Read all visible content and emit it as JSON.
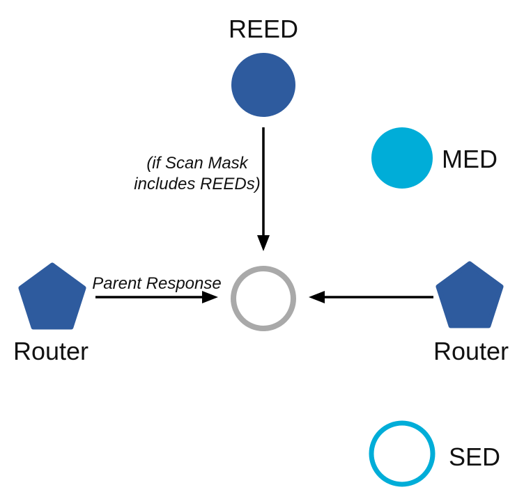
{
  "diagram": {
    "labels": {
      "reed": "REED",
      "med": "MED",
      "sed": "SED",
      "router_left": "Router",
      "router_right": "Router"
    },
    "annotations": {
      "scan_mask_line1": "(if Scan Mask",
      "scan_mask_line2": "includes REEDs)",
      "parent_response": "Parent Response"
    }
  },
  "colors": {
    "node_blue": "#2E5B9E",
    "node_cyan": "#00ADD8",
    "outline_gray": "#A9A9A9",
    "arrow_black": "#000000",
    "white": "#FFFFFF"
  }
}
